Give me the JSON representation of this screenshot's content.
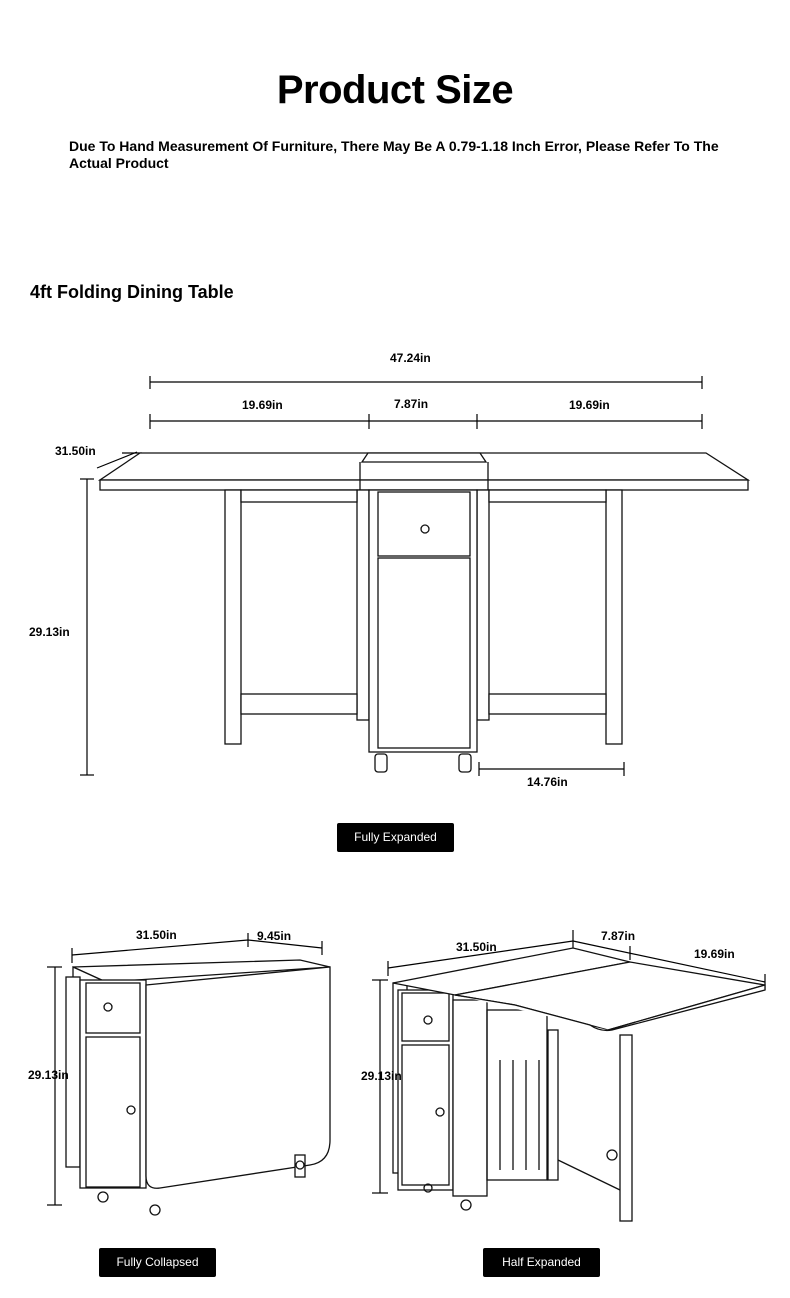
{
  "header": {
    "title": "Product Size",
    "note": "Due To Hand Measurement Of Furniture, There May Be A 0.79-1.18 Inch Error, Please Refer To The Actual Product"
  },
  "product": {
    "name": "4ft Folding Dining Table"
  },
  "fully_expanded": {
    "label": "Fully Expanded",
    "dims": {
      "total_width": "47.24in",
      "left_leaf": "19.69in",
      "center": "7.87in",
      "right_leaf": "19.69in",
      "depth": "31.50in",
      "height": "29.13in",
      "leg_span": "14.76in"
    }
  },
  "fully_collapsed": {
    "label": "Fully Collapsed",
    "dims": {
      "depth": "31.50in",
      "width": "9.45in",
      "height": "29.13in"
    }
  },
  "half_expanded": {
    "label": "Half Expanded",
    "dims": {
      "depth": "31.50in",
      "center": "7.87in",
      "leaf": "19.69in",
      "height": "29.13in"
    }
  }
}
